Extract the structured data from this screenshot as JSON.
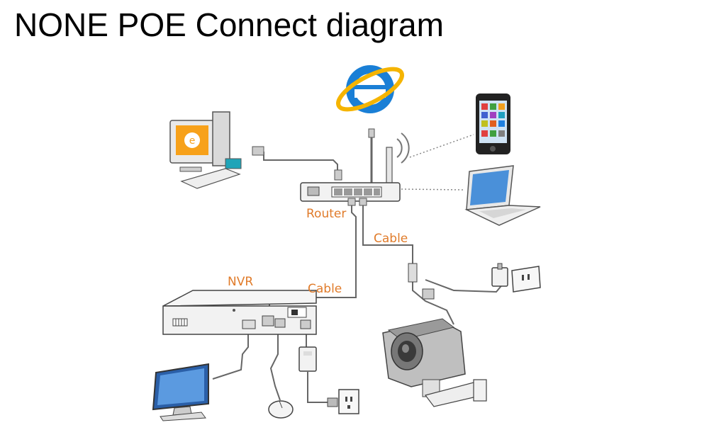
{
  "title": "NONE POE Connect diagram",
  "labels": {
    "router": "Router",
    "cable_router_camera": "Cable",
    "nvr": "NVR",
    "cable_router_nvr": "Cable"
  },
  "colors": {
    "label_orange": "#e07b2a",
    "title_text": "#000000",
    "device_outline": "#555555",
    "ie_blue": "#1a7fd6",
    "ie_ring": "#f5b400",
    "screen_blue": "#4a90d9",
    "cable": "#666666",
    "wireless_link": "#888888"
  },
  "icons": [
    "desktop-computer-icon",
    "internet-explorer-icon",
    "smartphone-icon",
    "laptop-icon",
    "router-icon",
    "nvr-icon",
    "monitor-icon",
    "mouse-icon",
    "power-adapter-icon",
    "wall-socket-icon",
    "bullet-camera-icon"
  ]
}
